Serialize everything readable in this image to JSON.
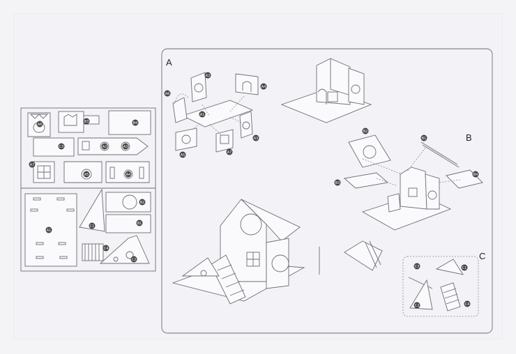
{
  "sections": {
    "a": "A",
    "b": "B",
    "c": "C"
  },
  "parts": {
    "a1": "A1",
    "a2": "A2",
    "a3": "A3",
    "a4": "A4",
    "a5": "A5",
    "a6": "A6",
    "a7": "A7",
    "b1": "B1",
    "b2": "B2",
    "b3": "B3",
    "b4": "B4",
    "c1": "C1",
    "c2": "C2",
    "c3": "C3",
    "c4": "C4"
  }
}
